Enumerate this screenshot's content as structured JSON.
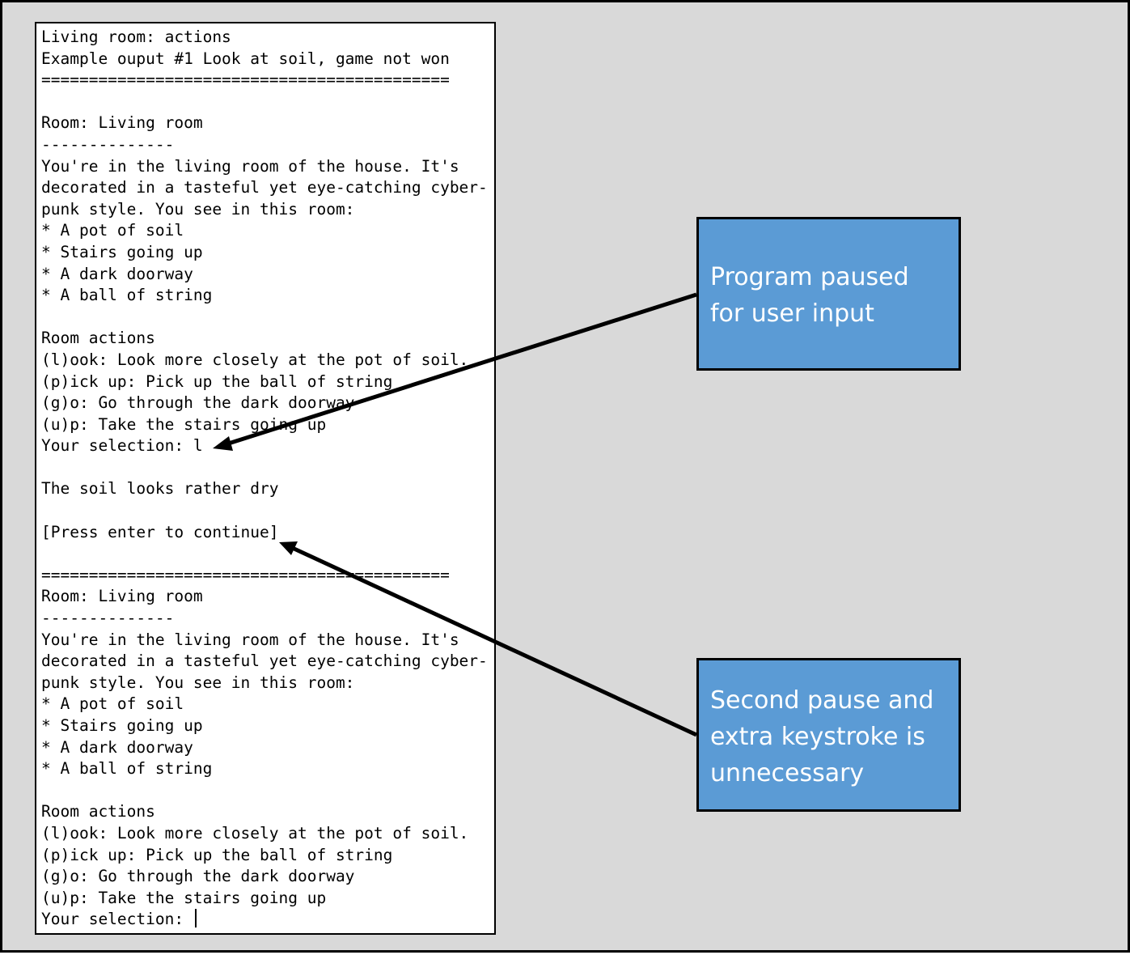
{
  "colors": {
    "canvas": "#d9d9d9",
    "terminal_background": "#ffffff",
    "callout_fill": "#5b9bd5",
    "callout_text": "#ffffff",
    "arrow": "#000000"
  },
  "terminal": {
    "lines": [
      "Living room: actions",
      "Example ouput #1 Look at soil, game not won",
      "===========================================",
      "",
      "Room: Living room",
      "--------------",
      "You're in the living room of the house. It's",
      "decorated in a tasteful yet eye-catching cyber-",
      "punk style. You see in this room:",
      "* A pot of soil",
      "* Stairs going up",
      "* A dark doorway",
      "* A ball of string",
      "",
      "Room actions",
      "(l)ook: Look more closely at the pot of soil.",
      "(p)ick up: Pick up the ball of string",
      "(g)o: Go through the dark doorway",
      "(u)p: Take the stairs going up",
      "Your selection: l",
      "",
      "The soil looks rather dry",
      "",
      "[Press enter to continue]",
      "",
      "===========================================",
      "Room: Living room",
      "--------------",
      "You're in the living room of the house. It's",
      "decorated in a tasteful yet eye-catching cyber-",
      "punk style. You see in this room:",
      "* A pot of soil",
      "* Stairs going up",
      "* A dark doorway",
      "* A ball of string",
      "",
      "Room actions",
      "(l)ook: Look more closely at the pot of soil.",
      "(p)ick up: Pick up the ball of string",
      "(g)o: Go through the dark doorway",
      "(u)p: Take the stairs going up",
      "Your selection: "
    ],
    "cursor_icon": "text-cursor-icon"
  },
  "callouts": {
    "paused": {
      "text": "Program paused\nfor user input",
      "arrow_icon": "arrow-icon"
    },
    "second_pause": {
      "text": "Second pause and\nextra keystroke is\nunnecessary",
      "arrow_icon": "arrow-icon"
    }
  }
}
